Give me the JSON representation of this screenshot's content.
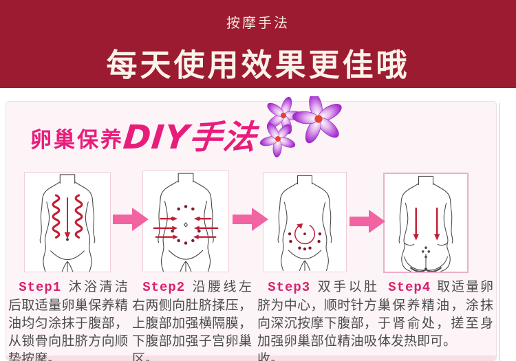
{
  "banner": {
    "subtitle": "按摩手法",
    "title": "每天使用效果更佳哦"
  },
  "panel": {
    "title_prefix": "卵巢保养",
    "title_diy": "DIY手法",
    "steps": [
      {
        "label": "Step1",
        "text": "沐浴清洁后取适量卵巢保养精油均匀涂抹于腹部，从锁骨向肚脐方向顺势按摩。",
        "illustration": "front-torso-spiral-strokes-with-center-down-arrow"
      },
      {
        "label": "Step2",
        "text": "沿腰线左右两侧向肚脐揉压，上腹部加强横隔膜，下腹部加强子宫卵巢区。",
        "illustration": "front-torso-dot-ring-with-inward-arrows"
      },
      {
        "label": "Step3",
        "text": "双手以肚脐为中心，顺时针方向深沉按摩下腹部，加强卵巢部位精油吸收。",
        "illustration": "front-torso-clockwise-circle-around-navel"
      },
      {
        "label": "Step4",
        "text": "取适量卵巢保养精油，涂抹于肾俞处，搓至身体发热即可。",
        "illustration": "back-torso-two-down-arrows"
      }
    ]
  },
  "colors": {
    "banner_bg": "#9c1b31",
    "banner_text": "#fbf3ea",
    "panel_bg": "#fcf4f6",
    "title_magenta": "#e81d7b",
    "step_label_pink": "#d7216e",
    "body_text": "#4d4d4d",
    "arrow_pink": "#f263a2",
    "annotation_red": "#bf2138"
  },
  "icons": {
    "arrow": "right-arrow-icon",
    "flowers": "purple-flower-decoration"
  }
}
